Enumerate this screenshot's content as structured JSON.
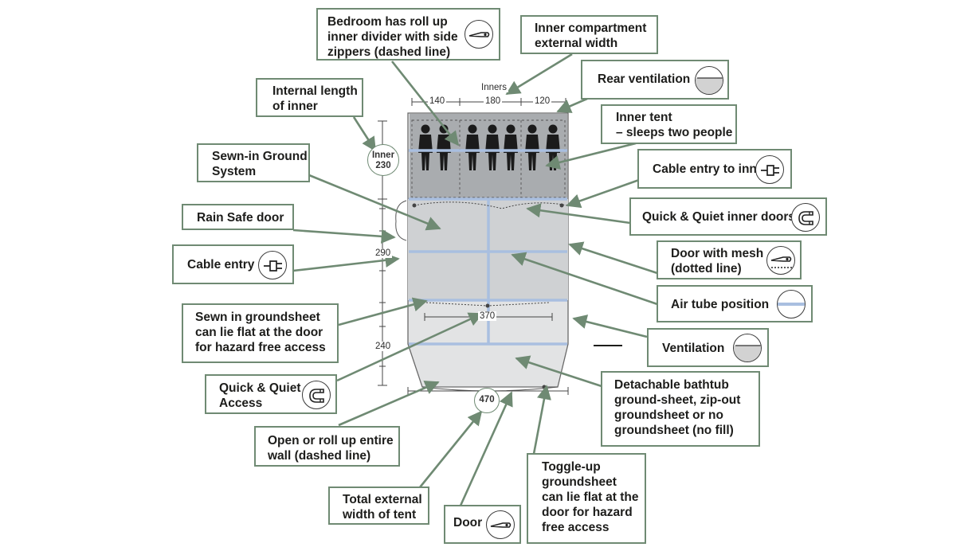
{
  "callouts": {
    "bedroom_divider": "Bedroom has roll up\ninner divider with side\nzippers (dashed line)",
    "inner_width": "Inner compartment\nexternal width",
    "rear_ventilation": "Rear ventilation",
    "internal_length": "Internal length\nof inner",
    "inner_tent": "Inner tent\n– sleeps two people",
    "sewn_ground": "Sewn-in Ground\nSystem",
    "cable_entry_inner": "Cable entry to inn",
    "rain_safe": "Rain Safe door",
    "quick_quiet_inner": "Quick & Quiet inner doors",
    "cable_entry": "Cable entry",
    "door_mesh": "Door with mesh\n(dotted line)",
    "air_tube": "Air tube position",
    "sewn_groundsheet": "Sewn in groundsheet\ncan lie flat at the door\nfor hazard free access",
    "ventilation": "Ventilation",
    "quick_quiet_access": "Quick & Quiet\nAccess",
    "detachable_bathtub": "Detachable bathtub\nground-sheet, zip-out\ngroundsheet or no\ngroundsheet (no fill)",
    "open_roll_wall": "Open or roll up entire\nwall (dashed line)",
    "toggle_up": "Toggle-up\ngroundsheet\ncan lie flat at the\ndoor for hazard\nfree access",
    "total_width": "Total external\nwidth of tent",
    "door": "Door"
  },
  "dimensions": {
    "inners_label": "Inners",
    "inner_widths": [
      "140",
      "180",
      "120"
    ],
    "inner_length_label": "Inner",
    "inner_length_value": "230",
    "side_290": "290",
    "side_240": "240",
    "depth_370": "370",
    "total_width": "470"
  },
  "icons": {
    "bedroom_divider": "zipper-pull-icon",
    "rear_ventilation": "vent-icon",
    "cable_entry_inner": "plug-icon",
    "quick_quiet_inner": "magnet-icon",
    "cable_entry": "plug-icon",
    "door_mesh": "zipper-mesh-icon",
    "air_tube": "air-tube-icon",
    "ventilation": "vent-icon",
    "quick_quiet_access": "magnet-icon",
    "door": "zipper-pull-icon"
  },
  "colors": {
    "callout_border": "#6f8a73",
    "leader_line": "#6f8a73",
    "floor_fill": "#cfd1d3",
    "bedroom_fill": "#a9acaf",
    "air_tube": "#a9bfe0"
  }
}
